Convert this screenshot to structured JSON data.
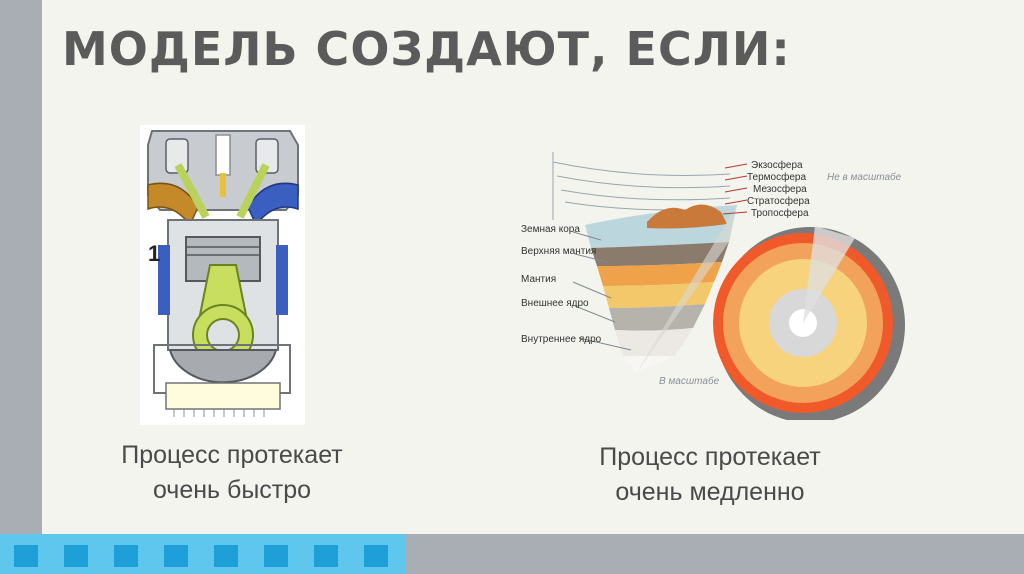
{
  "slide": {
    "title": "МОДЕЛЬ СОЗДАЮТ, ЕСЛИ:"
  },
  "engine": {
    "stroke_label": "1",
    "caption_line1": "Процесс протекает",
    "caption_line2": "очень быстро"
  },
  "earth": {
    "layers_atmosphere": [
      "Экзосфера",
      "Термосфера",
      "Мезосфера",
      "Стратосфера",
      "Тропосфера"
    ],
    "layers_interior": [
      "Земная кора",
      "Верхняя мантия",
      "Мантия",
      "Внешнее ядро",
      "Внутреннее ядро"
    ],
    "note_not_to_scale": "Не в масштабе",
    "note_to_scale": "В масштабе",
    "caption_line1": "Процесс протекает",
    "caption_line2": "очень медленно"
  },
  "colors": {
    "accent_blue": "#1e9fd8",
    "strip_blue": "#5fc6ee",
    "bar_gray": "#a9aeb4",
    "title_gray": "#5b5b5b"
  }
}
